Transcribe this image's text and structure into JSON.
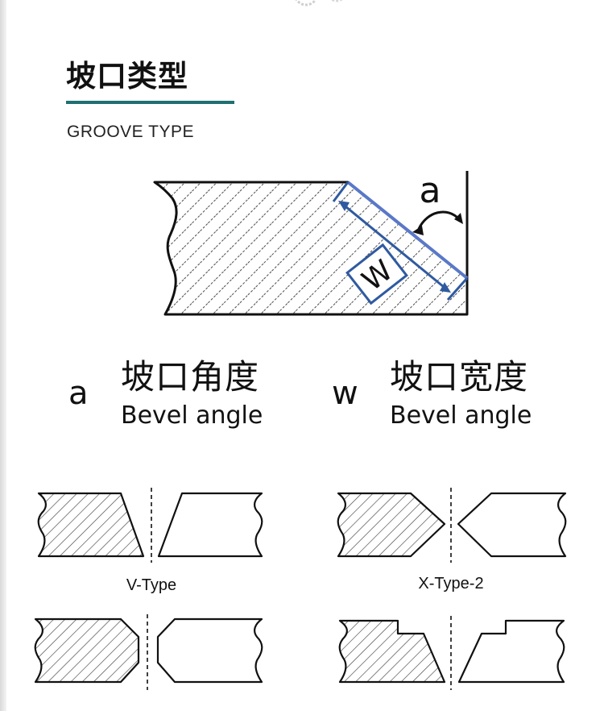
{
  "header": {
    "title": "坡口类型",
    "subtitle": "GROOVE TYPE"
  },
  "main_diagram": {
    "angle_marker": "a",
    "width_marker": "W"
  },
  "legend": [
    {
      "symbol": "a",
      "name_cn": "坡口角度",
      "name_en": "Bevel angle"
    },
    {
      "symbol": "w",
      "name_cn": "坡口宽度",
      "name_en": "Bevel angle"
    }
  ],
  "groove_types": [
    {
      "label": "V-Type"
    },
    {
      "label": "X-Type-2"
    }
  ],
  "colors": {
    "accent": "#1f6f73",
    "bevel_line": "#5a78c8",
    "dimension": "#2f5aa0"
  }
}
